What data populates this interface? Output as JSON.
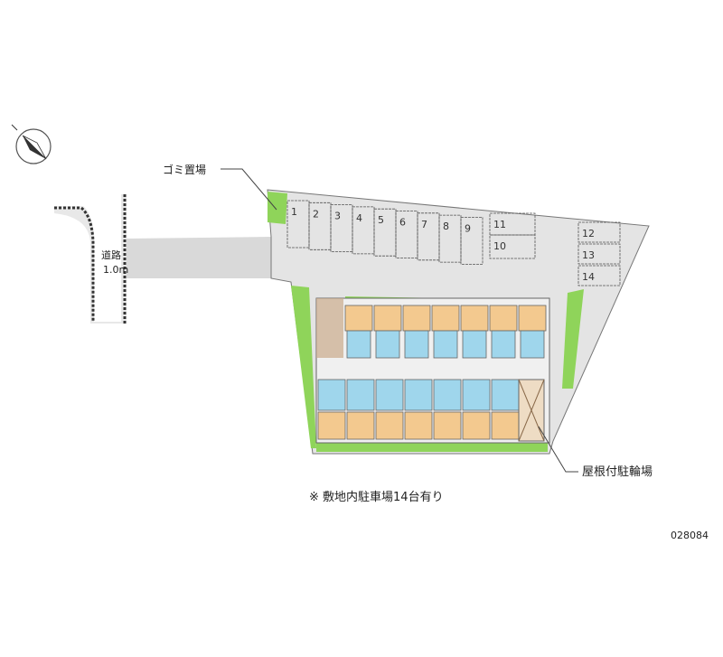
{
  "labels": {
    "garbage": "ゴミ置場",
    "bike_parking": "屋根付駐輪場",
    "road": "道路",
    "road_width": "1.0m",
    "note": "※ 敷地内駐車場14台有り",
    "code": "028084"
  },
  "parking_spaces": [
    "1",
    "2",
    "3",
    "4",
    "5",
    "6",
    "7",
    "8",
    "9",
    "10",
    "11",
    "12",
    "13",
    "14"
  ],
  "colors": {
    "road": "#d9d9d9",
    "site": "#e6e6e6",
    "green": "#8fd45a",
    "unit_top": "#f3c98f",
    "unit_bottom": "#9fd6ec",
    "outline": "#555555"
  },
  "icons": {
    "compass": "compass-icon"
  }
}
